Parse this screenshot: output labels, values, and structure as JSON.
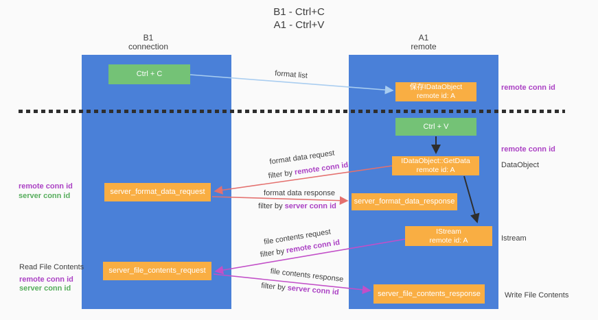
{
  "title": {
    "line1": "B1 - Ctrl+C",
    "line2": "A1 - Ctrl+V"
  },
  "columns": {
    "left": {
      "header_line1": "B1",
      "header_line2": "connection"
    },
    "right": {
      "header_line1": "A1",
      "header_line2": "remote"
    }
  },
  "boxes": {
    "ctrl_c": {
      "label": "Ctrl + C"
    },
    "save_dataobject": {
      "line1": "保存IDataObject",
      "line2": "remote id: A"
    },
    "ctrl_v": {
      "label": "Ctrl + V"
    },
    "getdata": {
      "line1": "IDataObject::GetData",
      "line2": "remote id: A"
    },
    "server_format_data_request": {
      "label": "server_format_data_request"
    },
    "server_format_data_response": {
      "label": "server_format_data_response"
    },
    "istream": {
      "line1": "IStream",
      "line2": "remote id: A"
    },
    "server_file_contents_request": {
      "label": "server_file_contents_request"
    },
    "server_file_contents_response": {
      "label": "server_file_contents_response"
    }
  },
  "arrow_labels": {
    "format_list": "format list",
    "format_data_request": "format data request",
    "filter_remote_1": {
      "prefix": "filter by ",
      "highlight": "remote conn id"
    },
    "format_data_response": "format data response",
    "filter_server_1": {
      "prefix": "filter by ",
      "highlight": "server conn id"
    },
    "file_contents_request": "file contents request",
    "filter_remote_2": {
      "prefix": "filter by ",
      "highlight": "remote conn id"
    },
    "file_contents_response": "file contents response",
    "filter_server_2": {
      "prefix": "filter by ",
      "highlight": "server conn id"
    }
  },
  "side_labels": {
    "remote_conn_id_top": "remote conn id",
    "remote_conn_id_mid": "remote conn id",
    "dataobject": "DataObject",
    "istream": "Istream",
    "write_file_contents": "Write File Contents",
    "read_file_contents": "Read File Contents",
    "left_remote_conn_id_mid": "remote conn id",
    "left_server_conn_id_mid": "server conn id",
    "left_remote_conn_id_bottom": "remote conn id",
    "left_server_conn_id_bottom": "server conn id"
  },
  "colors": {
    "background": "#fafafa",
    "column_blue": "#4a80d8",
    "box_green": "#74c276",
    "box_orange": "#f9ae43",
    "arrow_blue": "#a9cdf0",
    "arrow_red": "#e4706e",
    "arrow_magenta": "#c24fc8",
    "arrow_black": "#2e2e2e",
    "label_purple": "#ab42c4",
    "label_green": "#56ad5c",
    "text_dark": "#3d3d3d"
  }
}
